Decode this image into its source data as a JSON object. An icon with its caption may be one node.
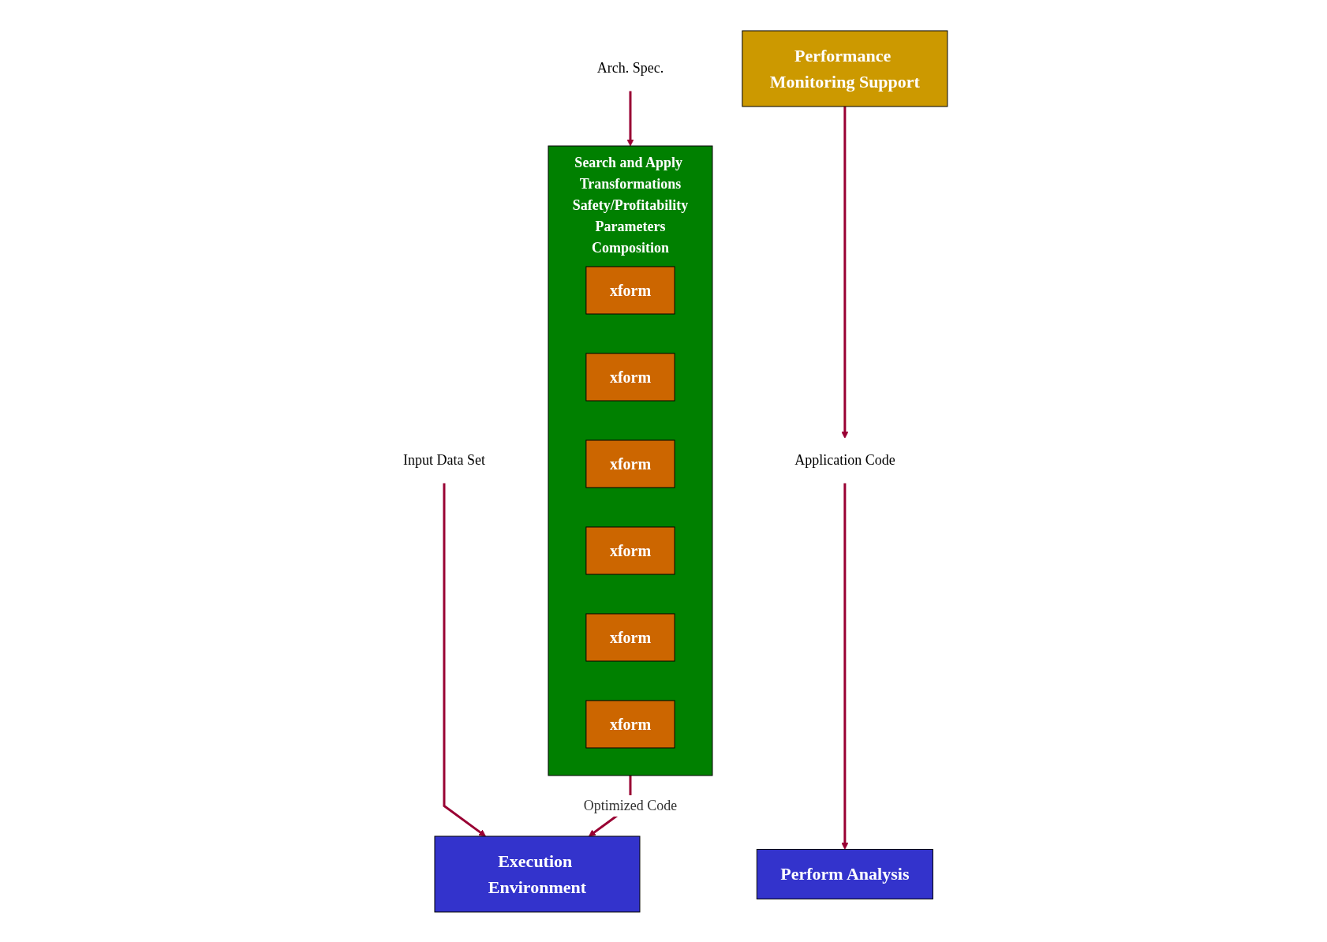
{
  "diagram": {
    "nodes": [
      {
        "text": [
          "Application Code"
        ]
      },
      {
        "text": [
          "Perform Analysis"
        ]
      },
      {
        "text": [
          "Arch. Spec."
        ]
      },
      {
        "text": [
          "Search and Apply Transformations",
          "Safety/Profitability",
          "Parameters",
          "Composition"
        ]
      },
      {
        "text": [
          "xform"
        ],
        "in": 3
      },
      {
        "text": [
          "xform"
        ],
        "in": 3
      },
      {
        "text": [
          "xform"
        ],
        "in": 3
      },
      {
        "text": [
          "xform"
        ],
        "in": 3
      },
      {
        "text": [
          "xform"
        ],
        "in": 3
      },
      {
        "text": [
          "xform"
        ],
        "in": 3
      },
      {
        "text": [
          "Performance Monitoring Support"
        ]
      },
      {
        "text": [
          "Execution Environment"
        ]
      },
      {
        "text": [
          "Input Data Set"
        ]
      }
    ],
    "edges": [
      {
        "from": 0,
        "to": 1,
        "arrow": "to"
      },
      {
        "from": 2,
        "to": 3,
        "arrow": "to"
      },
      {
        "from": 3,
        "to": 11,
        "arrow": "to",
        "label": "Optimized Code"
      },
      {
        "from": 10,
        "to": 0,
        "arrow": "to"
      },
      {
        "from": 12,
        "to": 11,
        "arrow": "to"
      }
    ]
  }
}
